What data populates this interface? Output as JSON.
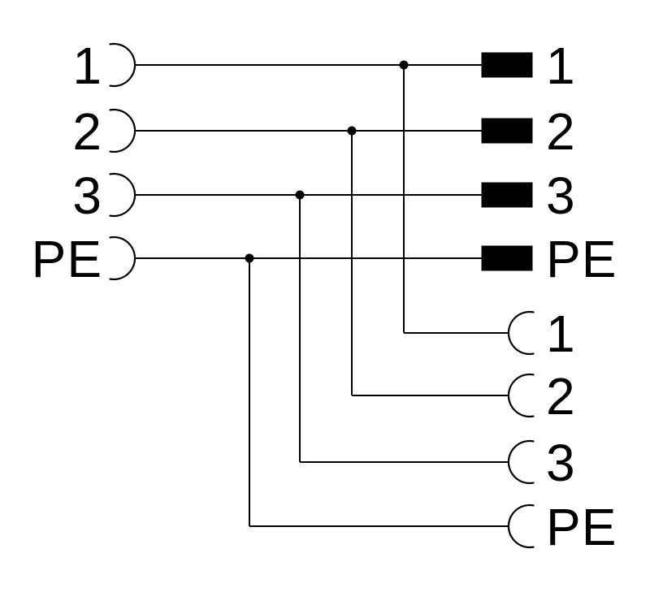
{
  "diagram": {
    "kind": "connector-wiring-pinout",
    "colors": {
      "background": "#ffffff",
      "line": "#000000",
      "terminal_fill": "#000000"
    },
    "left_connector": {
      "icon": "female-contact-arc-icon",
      "pins": [
        "1",
        "2",
        "3",
        "PE"
      ]
    },
    "terminal_strip": {
      "icon": "filled-terminal-block-icon",
      "pins": [
        "1",
        "2",
        "3",
        "PE"
      ]
    },
    "socket_connector": {
      "icon": "female-contact-arc-icon",
      "pins": [
        "1",
        "2",
        "3",
        "PE"
      ]
    },
    "connections": [
      {
        "from": "left.1",
        "to": [
          "terminal.1",
          "socket.1"
        ]
      },
      {
        "from": "left.2",
        "to": [
          "terminal.2",
          "socket.2"
        ]
      },
      {
        "from": "left.3",
        "to": [
          "terminal.3",
          "socket.3"
        ]
      },
      {
        "from": "left.PE",
        "to": [
          "terminal.PE",
          "socket.PE"
        ]
      }
    ]
  }
}
